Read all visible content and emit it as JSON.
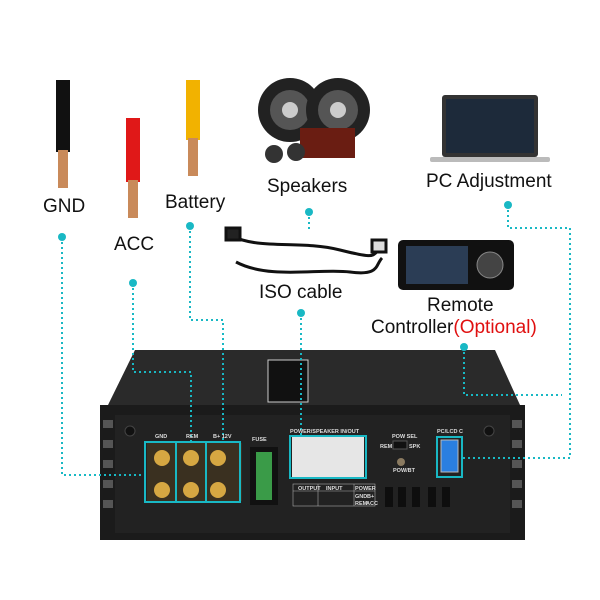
{
  "labels": {
    "gnd": "GND",
    "acc": "ACC",
    "battery": "Battery",
    "speakers": "Speakers",
    "iso_cable": "ISO cable",
    "pc_adjustment": "PC Adjustment",
    "remote": "Remote",
    "controller": "Controller",
    "optional": "(Optional)"
  },
  "panel": {
    "gnd": "GND",
    "rem": "REM",
    "bplus": "B+ 12V",
    "fuse": "FUSE",
    "connector": "POWER/SPEAKER IN/OUT",
    "pow_sel": "POW SEL",
    "sel_rem": "REM",
    "sel_spk": "SPK",
    "pow_bt": "POW/BT",
    "usb": "PC/LCD C",
    "output": "OUTPUT",
    "input": "INPUT",
    "power": "POWER",
    "p_gnd": "GND",
    "p_bplus": "B+",
    "p_rem": "REM",
    "p_acc": "ACC"
  },
  "colors": {
    "accent": "#19b8c4",
    "optional": "#e01010",
    "wire_gnd": "#111111",
    "wire_acc": "#e01818",
    "wire_bat": "#f2b200"
  }
}
